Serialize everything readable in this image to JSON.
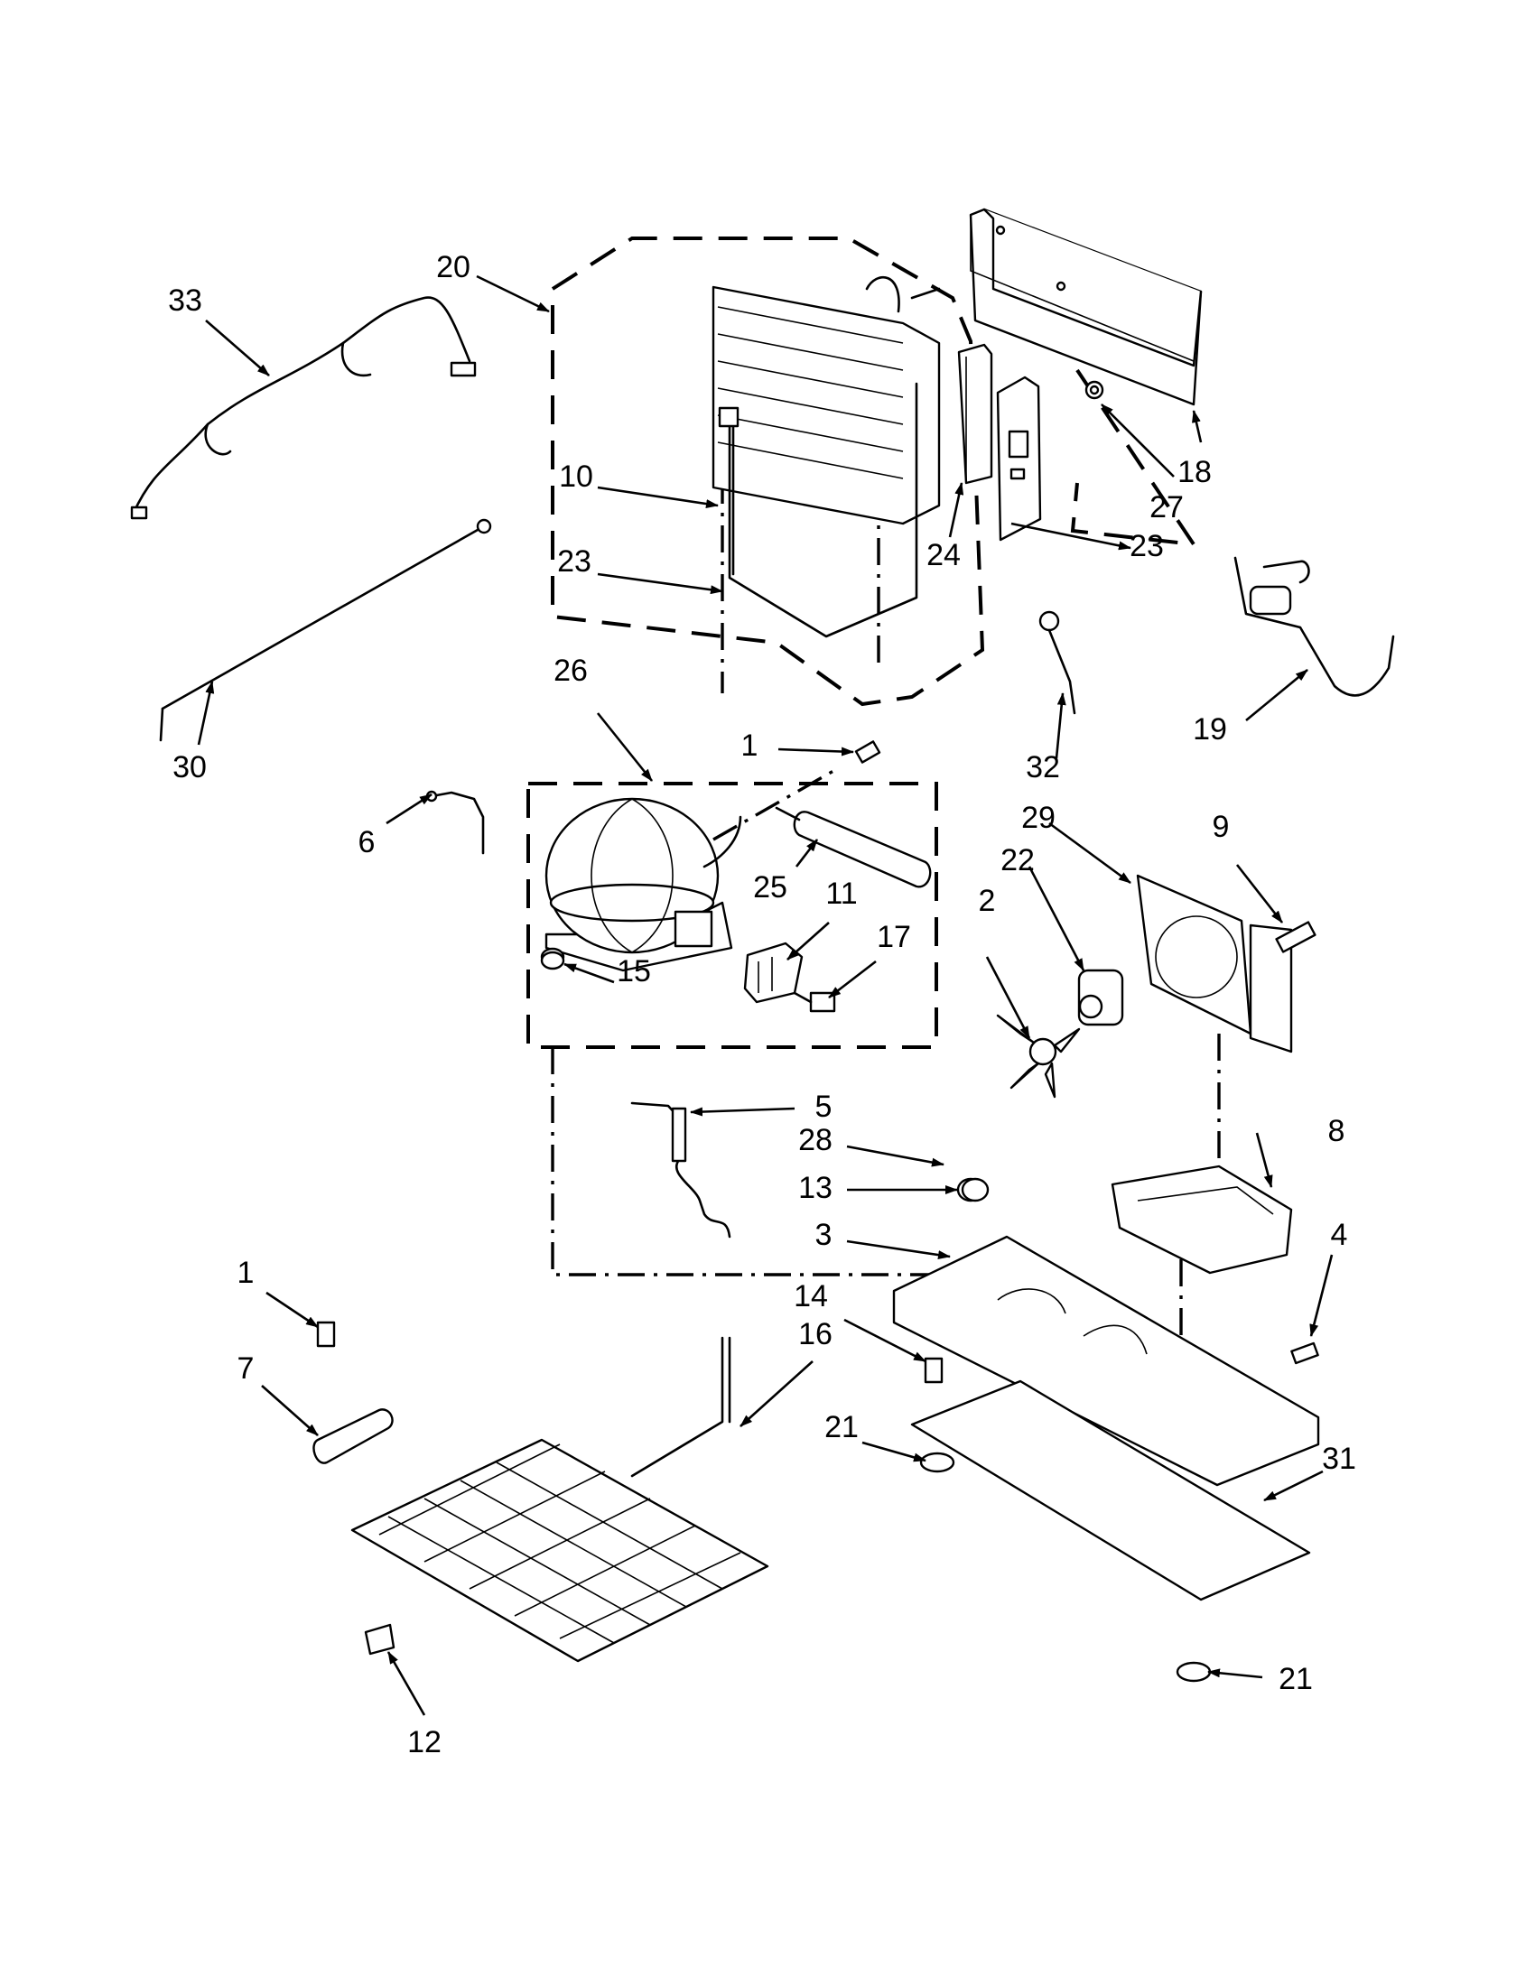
{
  "callouts": {
    "c1a": "1",
    "c1b": "1",
    "c2": "2",
    "c3": "3",
    "c4": "4",
    "c5": "5",
    "c6": "6",
    "c7": "7",
    "c8": "8",
    "c9": "9",
    "c10": "10",
    "c11": "11",
    "c12": "12",
    "c13": "13",
    "c14": "14",
    "c15": "15",
    "c16": "16",
    "c17": "17",
    "c18": "18",
    "c19": "19",
    "c20": "20",
    "c21a": "21",
    "c21b": "21",
    "c22": "22",
    "c23a": "23",
    "c23b": "23",
    "c24": "24",
    "c25": "25",
    "c26": "26",
    "c27": "27",
    "c28": "28",
    "c29": "29",
    "c30": "30",
    "c31": "31",
    "c32": "32",
    "c33": "33"
  }
}
